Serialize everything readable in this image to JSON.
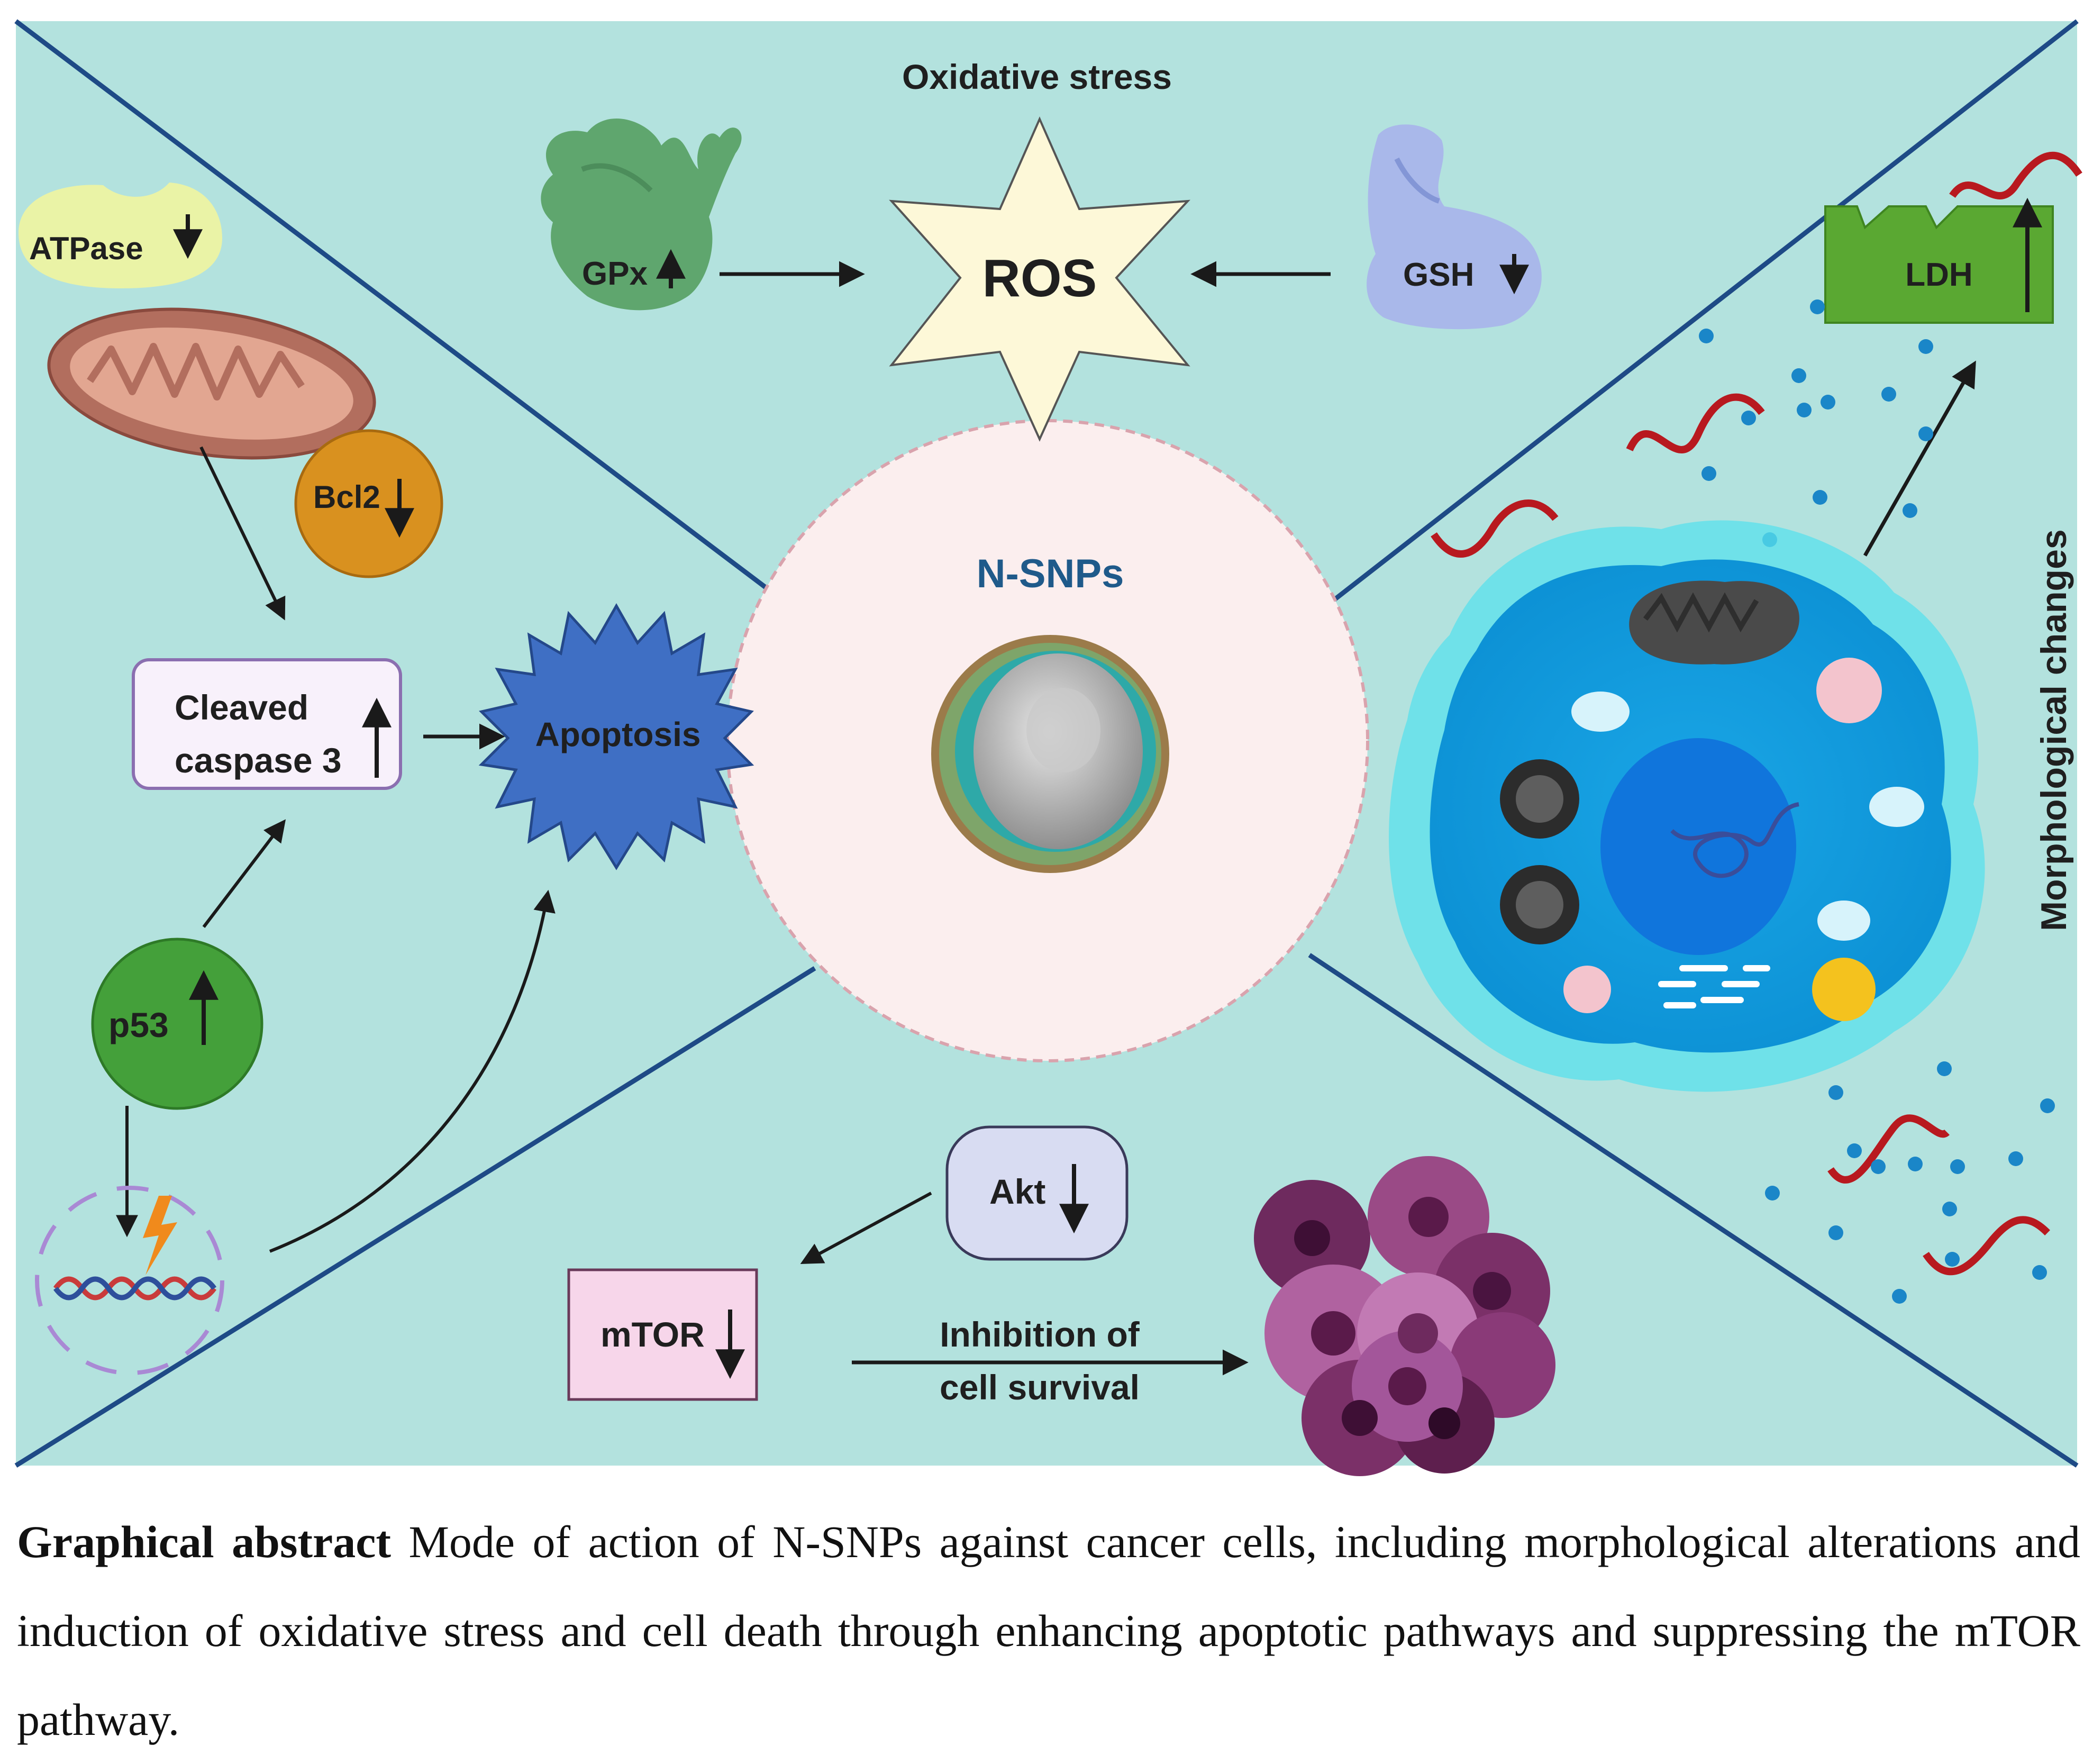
{
  "diagram": {
    "center_label": "N-SNPs",
    "top_panel": {
      "title": "Oxidative stress",
      "ros": "ROS",
      "gpx": "GPx",
      "gsh": "GSH"
    },
    "left_panel": {
      "atpase": "ATPase",
      "bcl2": "Bcl2",
      "cleaved_caspase_line1": "Cleaved",
      "cleaved_caspase_line2": "caspase 3",
      "apoptosis": "Apoptosis",
      "p53": "p53"
    },
    "right_panel": {
      "ldh": "LDH",
      "morphological_changes": "Morphological changes"
    },
    "bottom_panel": {
      "akt": "Akt",
      "mtor": "mTOR",
      "inhibition_line1": "Inhibition of",
      "inhibition_line2": "cell survival"
    },
    "colors": {
      "background": "#b3e2de",
      "diagonal_lines": "#1e4a86",
      "center_circle": "#fbeeee",
      "ros_star": "#fdf8d8",
      "apoptosis_star": "#3f6fc4",
      "ldh": "#5aa832",
      "p53": "#44a03a",
      "bcl2": "#d9911f"
    }
  },
  "caption": {
    "bold": "Graphical abstract",
    "text": " Mode of action of N-SNPs against cancer cells, including morphological alterations and induction of oxidative stress and cell death through enhancing apoptotic pathways and suppressing the mTOR pathway."
  }
}
